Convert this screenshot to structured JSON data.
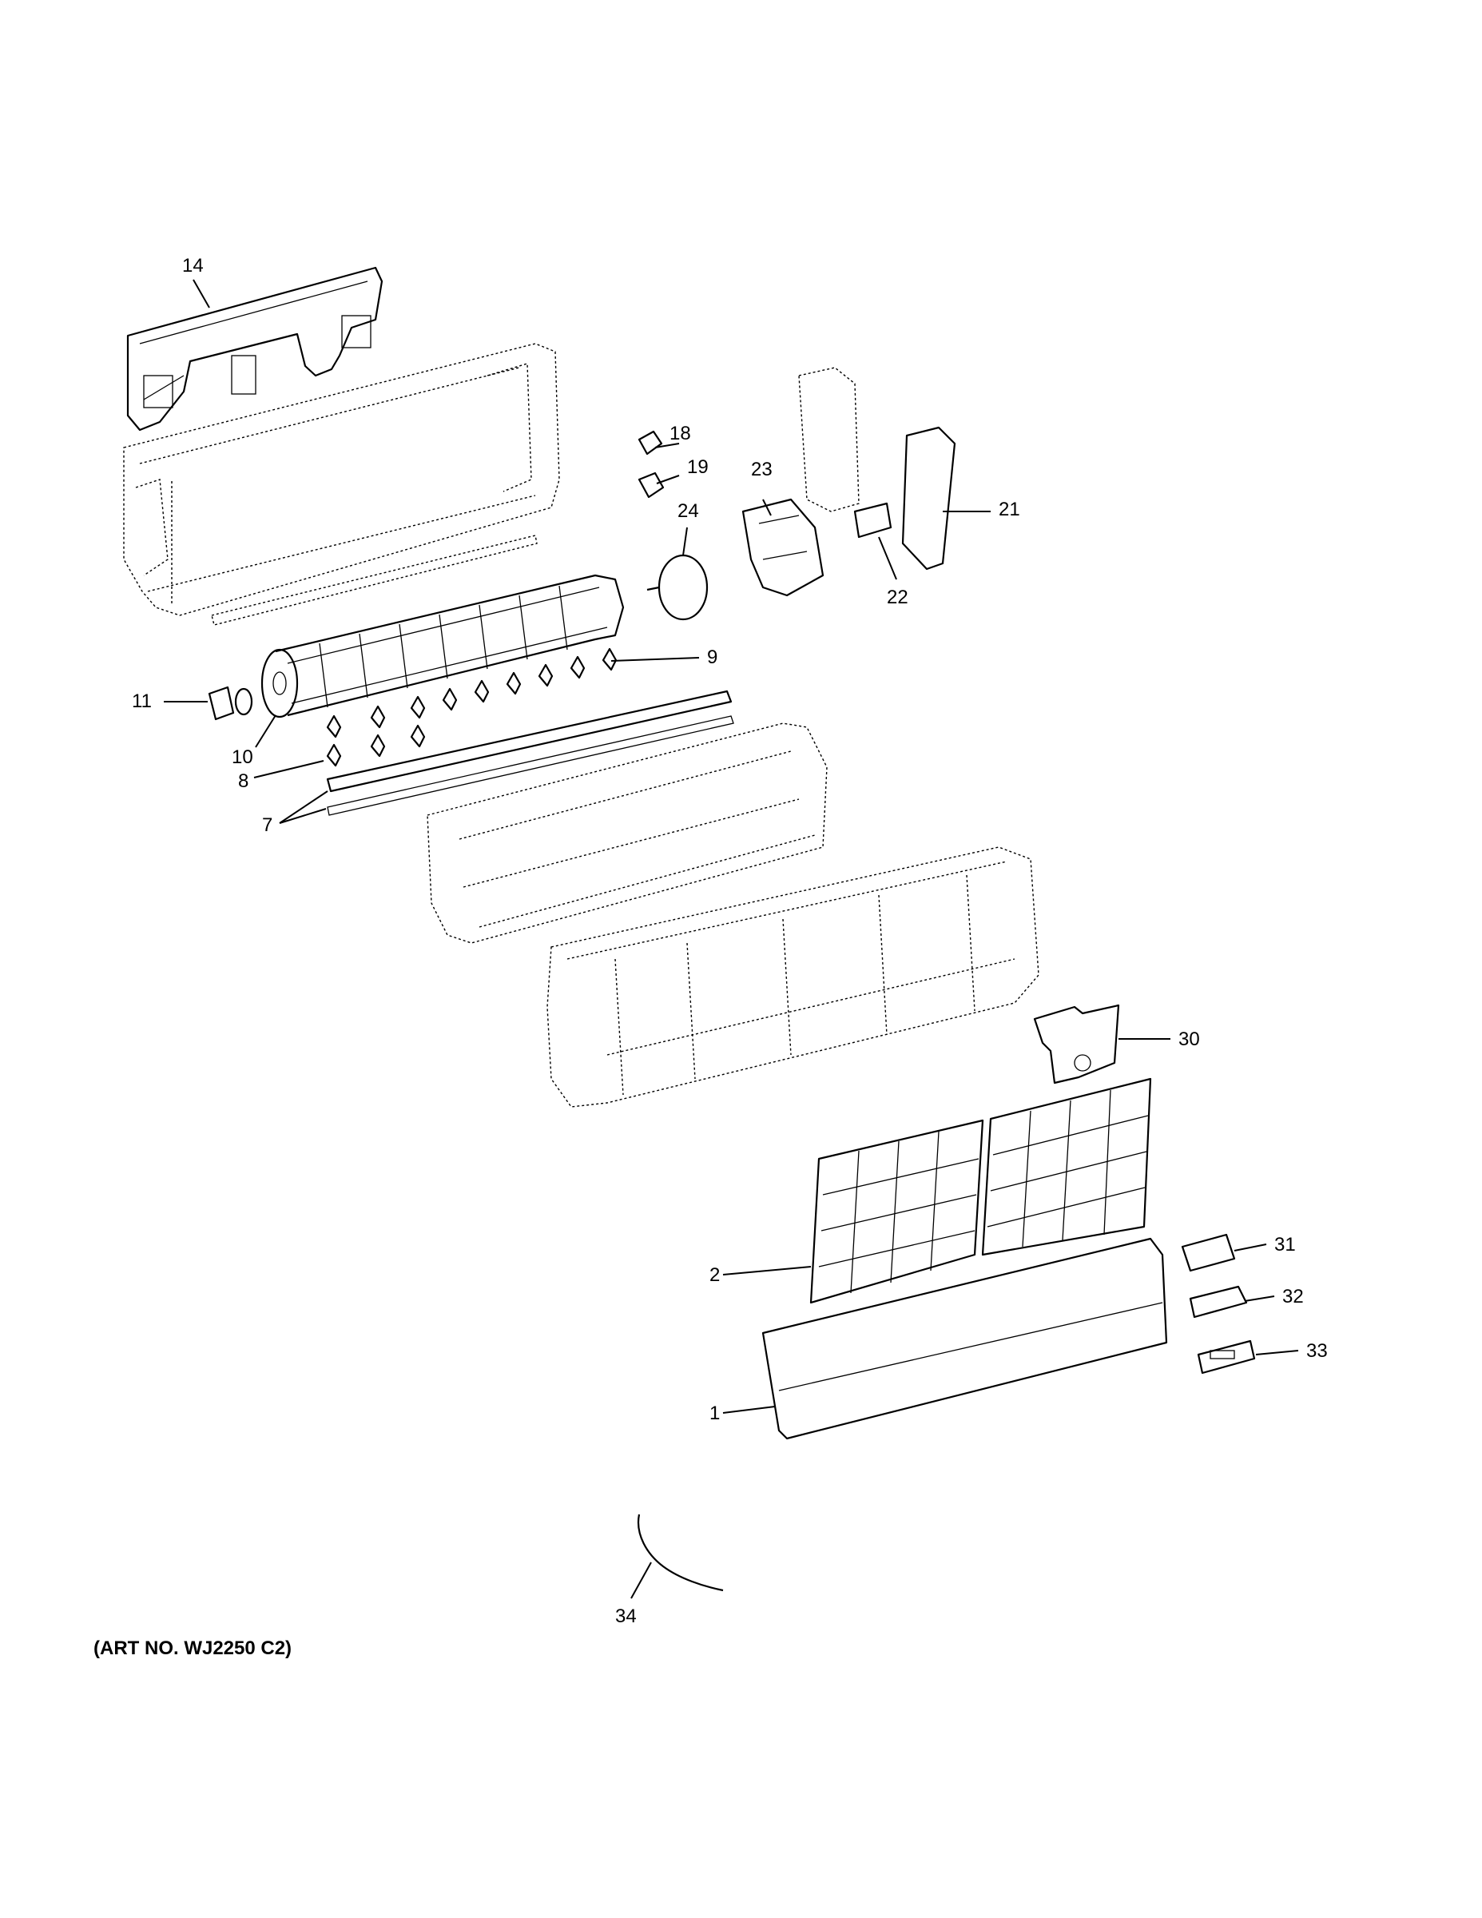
{
  "diagram": {
    "callouts": {
      "c1": "1",
      "c2": "2",
      "c7": "7",
      "c8": "8",
      "c9": "9",
      "c10": "10",
      "c11": "11",
      "c14": "14",
      "c18": "18",
      "c19": "19",
      "c21": "21",
      "c22": "22",
      "c23": "23",
      "c24": "24",
      "c30": "30",
      "c31": "31",
      "c32": "32",
      "c33": "33",
      "c34": "34"
    },
    "art_number": "(ART NO. WJ2250 C2)"
  }
}
